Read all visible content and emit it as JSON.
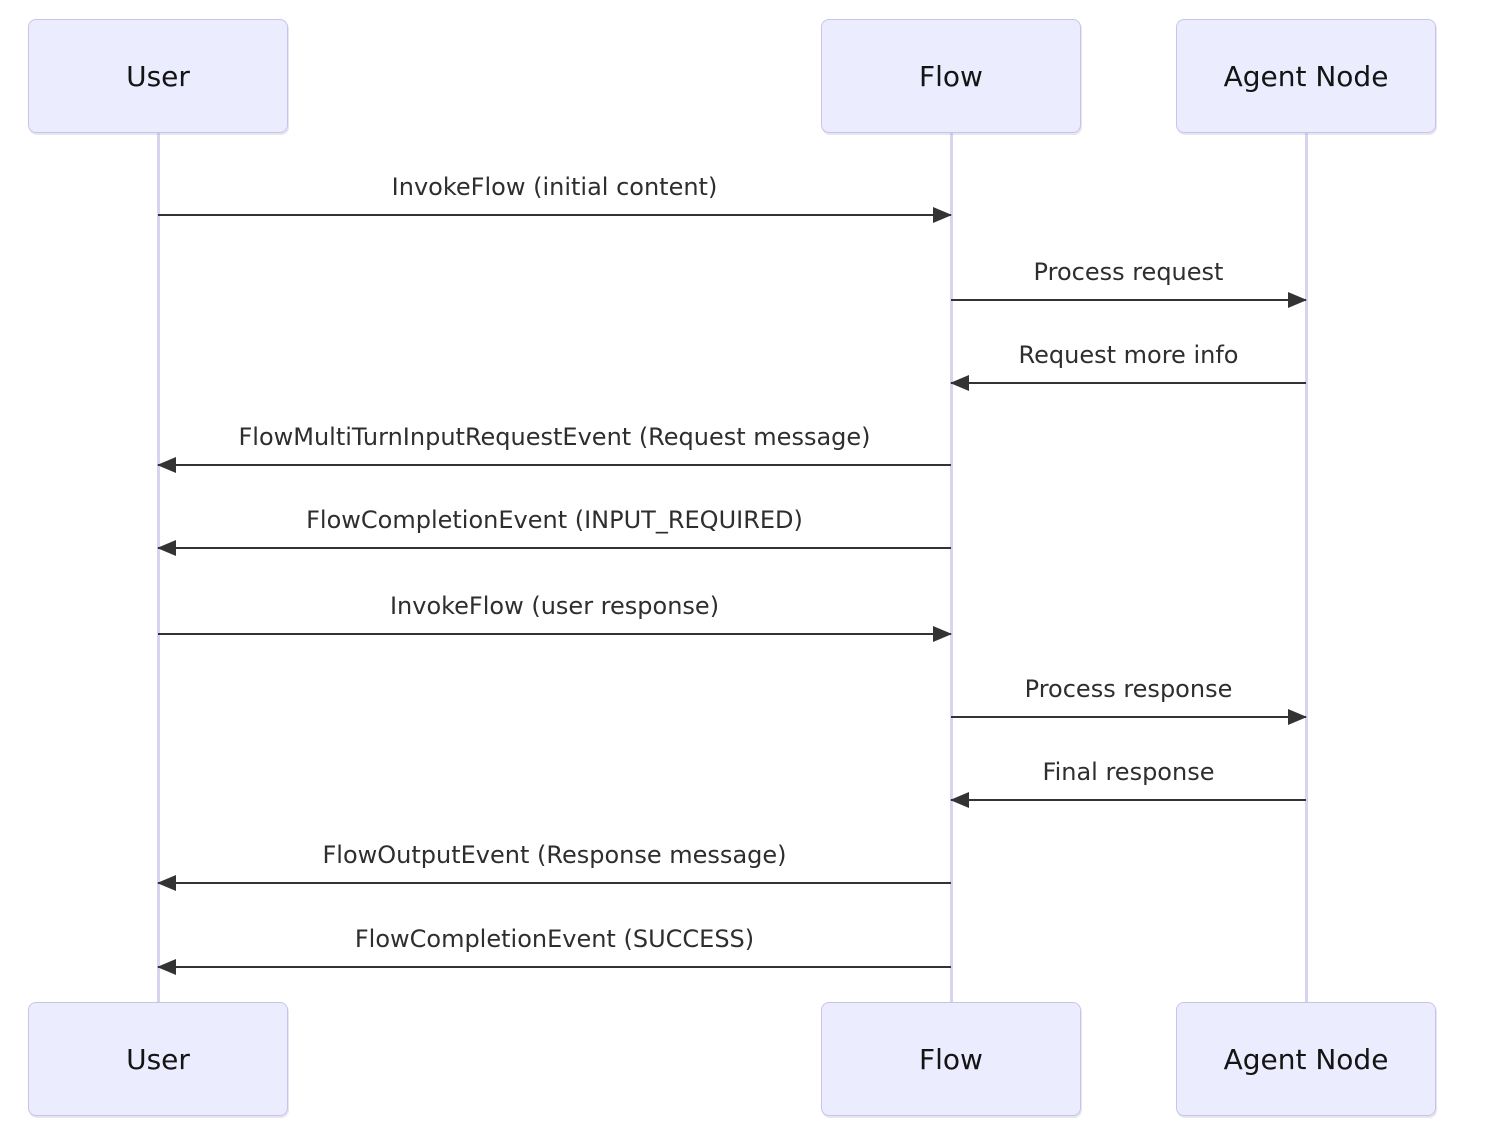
{
  "diagram": {
    "type": "sequence",
    "actors": [
      {
        "id": "user",
        "label": "User"
      },
      {
        "id": "flow",
        "label": "Flow"
      },
      {
        "id": "agent",
        "label": "Agent Node"
      }
    ],
    "messages": [
      {
        "from": "user",
        "to": "flow",
        "label": "InvokeFlow (initial content)"
      },
      {
        "from": "flow",
        "to": "agent",
        "label": "Process request"
      },
      {
        "from": "agent",
        "to": "flow",
        "label": "Request more info"
      },
      {
        "from": "flow",
        "to": "user",
        "label": "FlowMultiTurnInputRequestEvent (Request message)"
      },
      {
        "from": "flow",
        "to": "user",
        "label": "FlowCompletionEvent (INPUT_REQUIRED)"
      },
      {
        "from": "user",
        "to": "flow",
        "label": "InvokeFlow (user response)"
      },
      {
        "from": "flow",
        "to": "agent",
        "label": "Process response"
      },
      {
        "from": "agent",
        "to": "flow",
        "label": "Final response"
      },
      {
        "from": "flow",
        "to": "user",
        "label": "FlowOutputEvent (Response message)"
      },
      {
        "from": "flow",
        "to": "user",
        "label": "FlowCompletionEvent (SUCCESS)"
      }
    ],
    "colors": {
      "background": "#FFFFFF",
      "actor_fill": "#ECECFF",
      "actor_border": "#C9C3E8",
      "lifeline": "#D8D3EE",
      "message_line": "#333333",
      "message_text": "#2E2E2E",
      "actor_text": "#141414"
    }
  }
}
